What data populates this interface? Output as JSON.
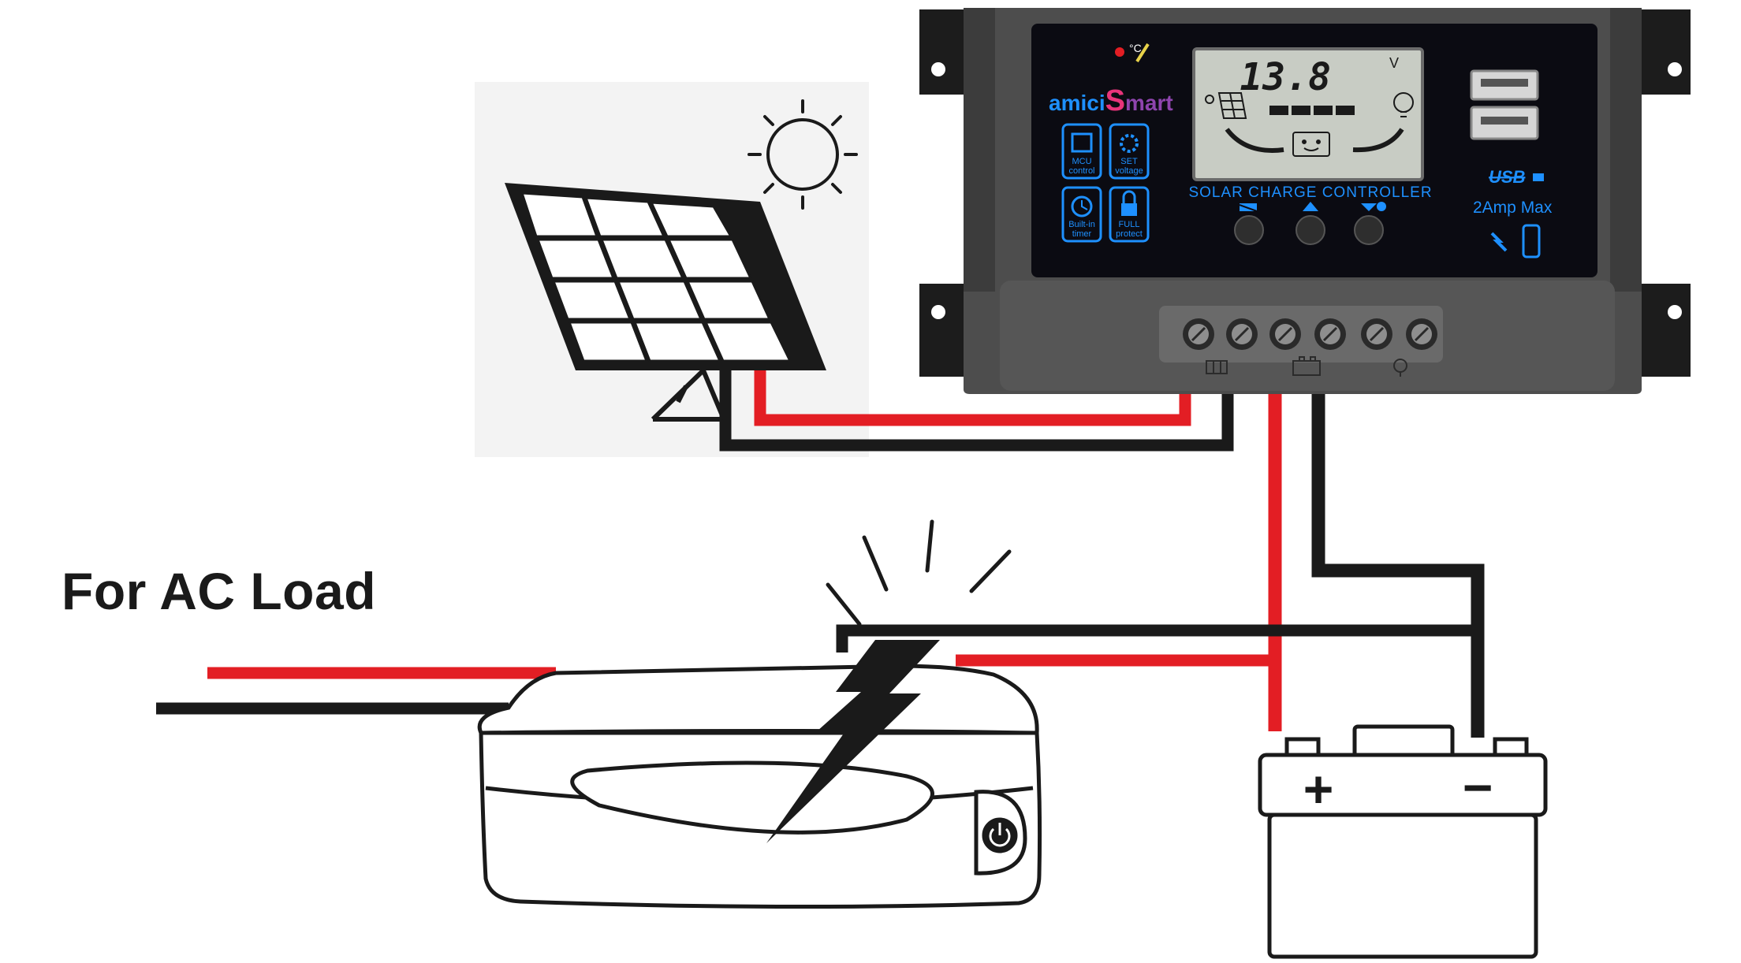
{
  "load_label": "For AC Load",
  "controller": {
    "brand_prefix": "amici",
    "brand_s": "S",
    "brand_suffix": "mart",
    "lcd_value": "13.8",
    "lcd_unit": "V",
    "title": "SOLAR CHARGE CONTROLLER",
    "usb_label": "USB",
    "usb_current": "2Amp Max",
    "features": [
      {
        "line1": "MCU",
        "line2": "control"
      },
      {
        "line1": "SET",
        "line2": "voltage"
      },
      {
        "line1": "Built-in",
        "line2": "timer"
      },
      {
        "line1": "FULL",
        "line2": "protect"
      }
    ],
    "terminal_groups": [
      "solar",
      "battery",
      "load"
    ]
  },
  "battery": {
    "positive": "+",
    "negative": "−"
  },
  "colors": {
    "positive_wire": "#e31e24",
    "negative_wire": "#1a1a1a",
    "controller_body": "#4a4a4a",
    "panel_face": "#0b0b12",
    "accent_blue": "#1e90ff",
    "lcd": "#c8ccc4"
  }
}
